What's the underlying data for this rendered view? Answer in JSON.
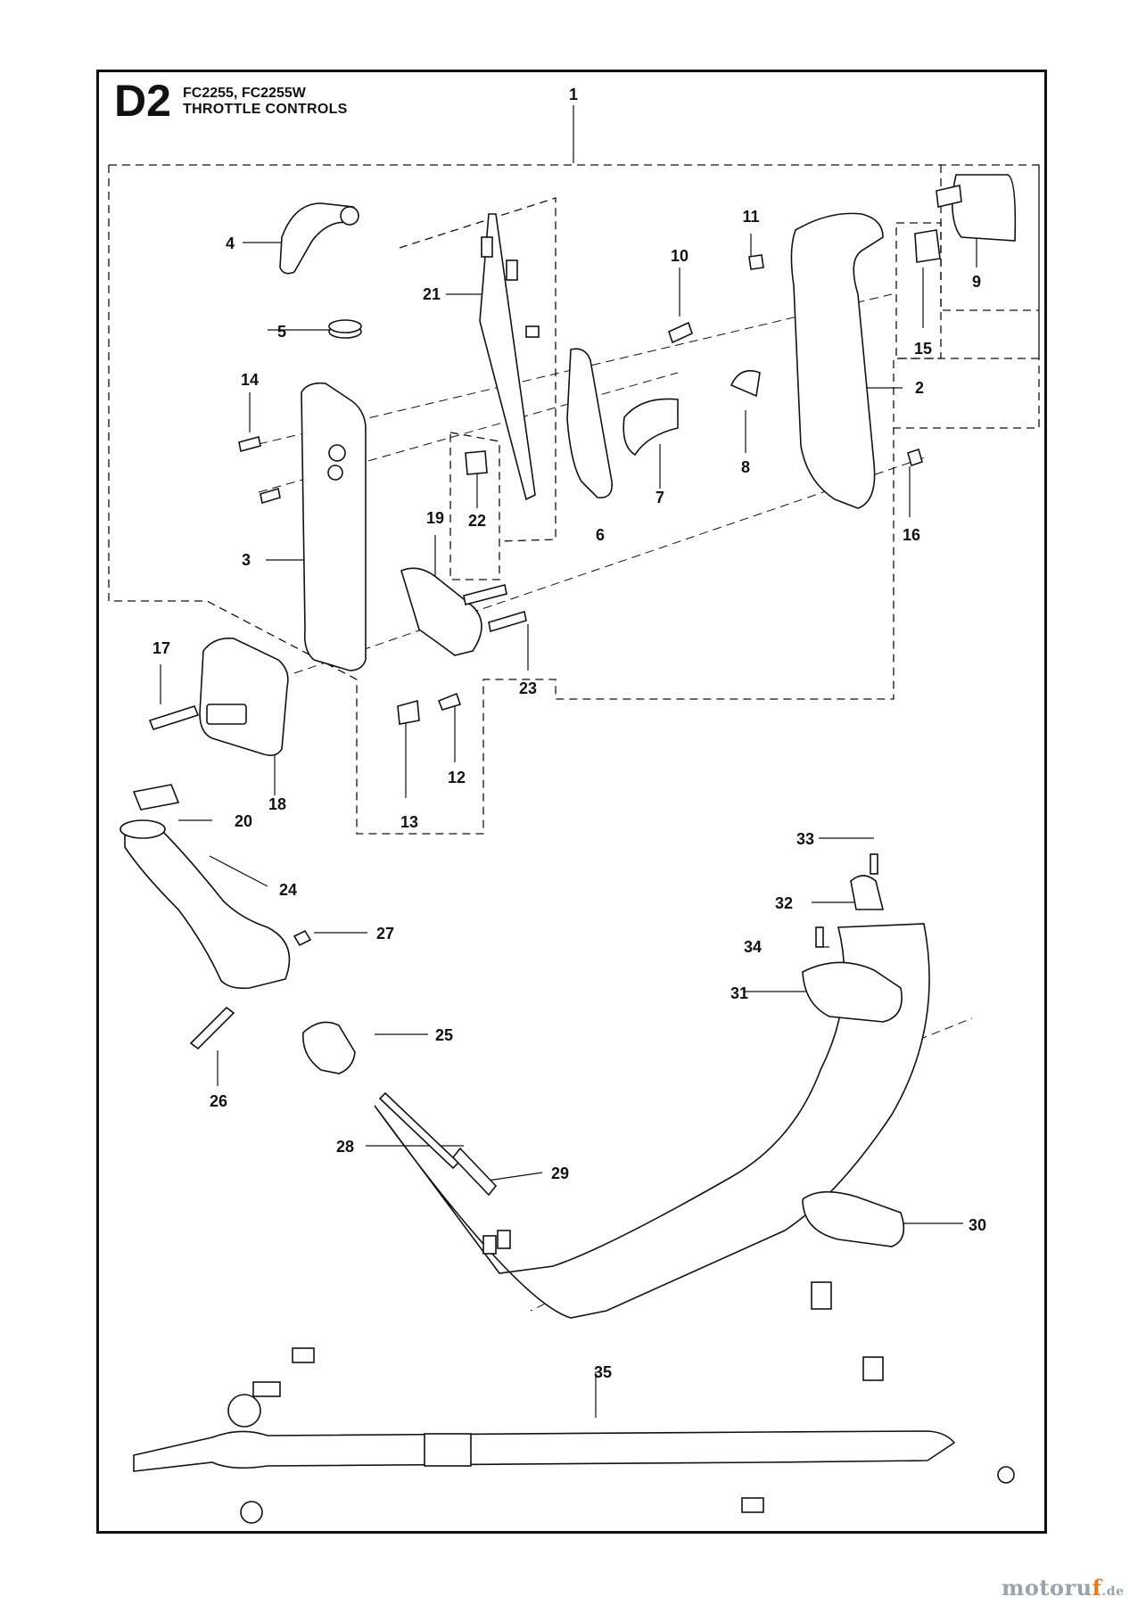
{
  "header": {
    "section_code": "D2",
    "models": "FC2255, FC2255W",
    "title": "THROTTLE CONTROLS"
  },
  "callouts": [
    "1",
    "2",
    "3",
    "4",
    "5",
    "6",
    "7",
    "8",
    "9",
    "10",
    "11",
    "12",
    "13",
    "14",
    "15",
    "16",
    "17",
    "18",
    "19",
    "20",
    "21",
    "22",
    "23",
    "24",
    "25",
    "26",
    "27",
    "28",
    "29",
    "30",
    "31",
    "32",
    "33",
    "34",
    "35"
  ],
  "watermark": {
    "main": "motoru",
    "accent": "f",
    "tld": ".de"
  },
  "colors": {
    "line": "#111111",
    "part_fill": "#ffffff",
    "watermark_grey": "#9aa3a9",
    "watermark_orange": "#e07b2a"
  }
}
